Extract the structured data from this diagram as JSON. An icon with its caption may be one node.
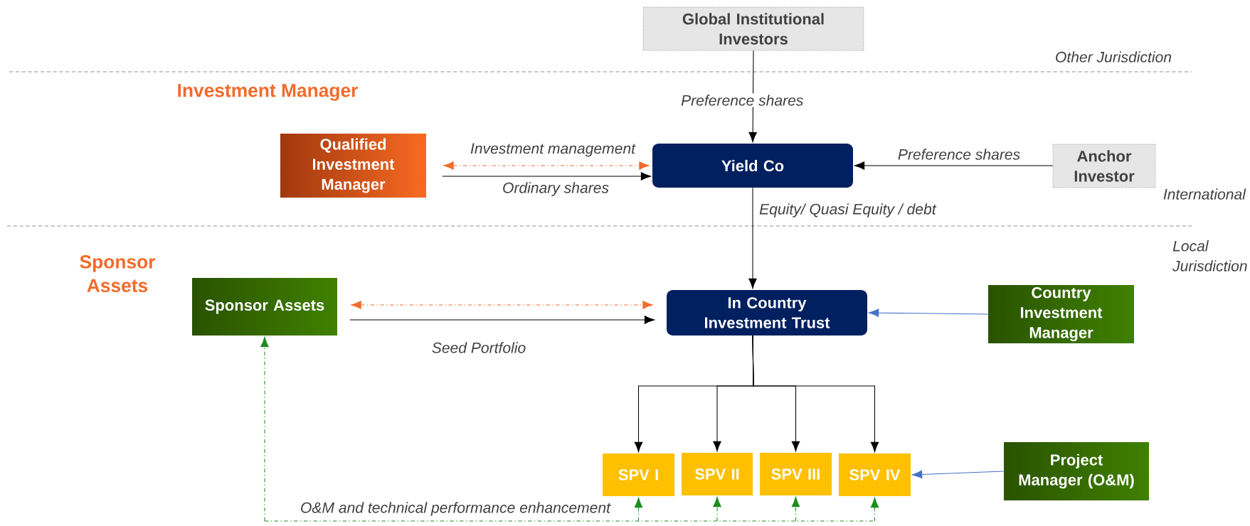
{
  "diagram": {
    "nodes": [
      {
        "text": [
          "Global Institutional Investors"
        ]
      },
      {
        "text": [
          "Qualified Investment Manager"
        ]
      },
      {
        "text": [
          "Yield Co"
        ]
      },
      {
        "text": [
          "Anchor Investor"
        ]
      },
      {
        "text": [
          "Sponsor Assets"
        ]
      },
      {
        "text": [
          "In Country Investment Trust"
        ]
      },
      {
        "text": [
          "Country Investment Manager"
        ]
      },
      {
        "text": [
          "SPV I"
        ]
      },
      {
        "text": [
          "SPV II"
        ]
      },
      {
        "text": [
          "SPV III"
        ]
      },
      {
        "text": [
          "SPV IV"
        ]
      },
      {
        "text": [
          "Project Manager (O&M)"
        ]
      }
    ],
    "edges": [
      {
        "from": 0,
        "to": 2,
        "arrow": "to",
        "label": "Preference shares"
      },
      {
        "from": 1,
        "to": 2,
        "arrow": "both",
        "style": "dashed",
        "color": "#f26b2c",
        "label": "Investment management"
      },
      {
        "from": 1,
        "to": 2,
        "arrow": "to",
        "label": "Ordinary shares"
      },
      {
        "from": 3,
        "to": 2,
        "arrow": "to",
        "label": "Preference shares"
      },
      {
        "from": 2,
        "to": 5,
        "arrow": "to",
        "label": "Equity/ Quasi Equity / debt"
      },
      {
        "from": 4,
        "to": 5,
        "arrow": "both",
        "style": "dashed",
        "color": "#f26b2c"
      },
      {
        "from": 4,
        "to": 5,
        "arrow": "to",
        "label": "Seed Portfolio"
      },
      {
        "from": 6,
        "to": 5,
        "arrow": "to",
        "color": "#4472c4"
      },
      {
        "from": 5,
        "to": 7,
        "arrow": "to"
      },
      {
        "from": 5,
        "to": 8,
        "arrow": "to"
      },
      {
        "from": 5,
        "to": 9,
        "arrow": "to"
      },
      {
        "from": 5,
        "to": 10,
        "arrow": "to"
      },
      {
        "from": 11,
        "to": 10,
        "arrow": "to",
        "color": "#4472c4"
      },
      {
        "from": null,
        "to": 4,
        "arrow": "to",
        "style": "dashed",
        "color": "#1e8c1e",
        "label": "O&M and technical performance enhancement"
      },
      {
        "from": null,
        "to": 7,
        "arrow": "to",
        "style": "dashed",
        "color": "#1e8c1e"
      },
      {
        "from": null,
        "to": 8,
        "arrow": "to",
        "style": "dashed",
        "color": "#1e8c1e"
      },
      {
        "from": null,
        "to": 9,
        "arrow": "to",
        "style": "dashed",
        "color": "#1e8c1e"
      },
      {
        "from": null,
        "to": 10,
        "arrow": "to",
        "style": "dashed",
        "color": "#1e8c1e"
      }
    ],
    "labels": [
      "Other Jurisdiction",
      "Investment Manager",
      "International",
      "Local Jurisdiction",
      "Sponsor Assets"
    ]
  }
}
